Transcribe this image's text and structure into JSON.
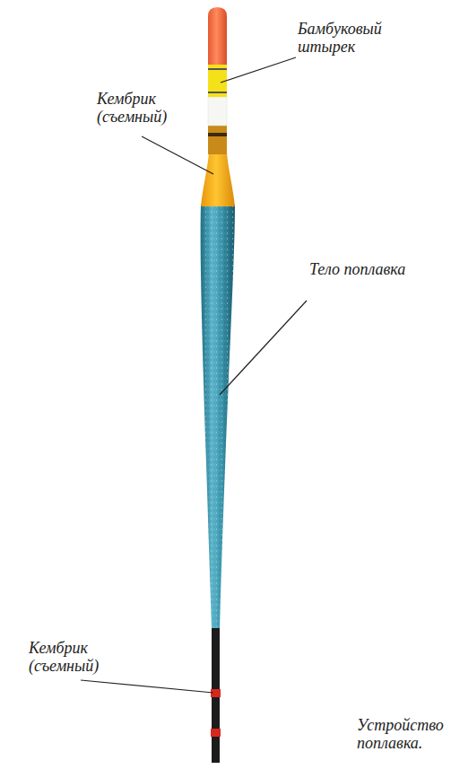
{
  "diagram": {
    "caption": "Устройство поплавка.",
    "labels": [
      "Бамбуковый штырек",
      "Кембрик (съемный)",
      "Тело поплавка",
      "Кембрик (съемный)"
    ]
  }
}
